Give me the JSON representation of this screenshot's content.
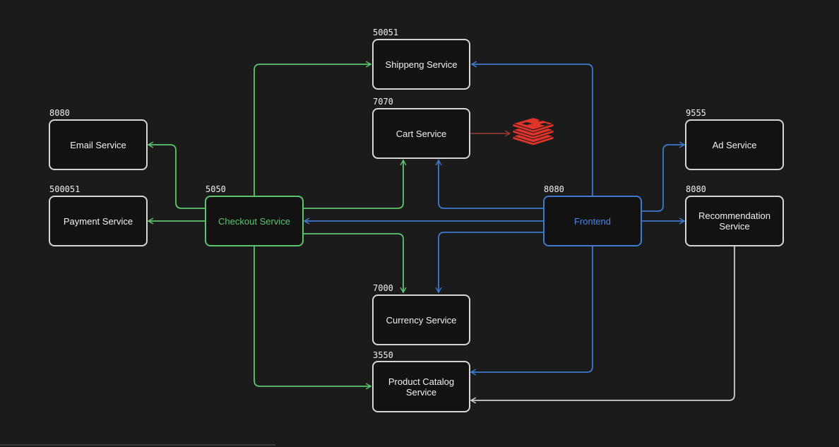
{
  "nodes": {
    "shipping": {
      "label": "Shippeng Service",
      "port": "50051"
    },
    "cart": {
      "label": "Cart Service",
      "port": "7070"
    },
    "email": {
      "label": "Email Service",
      "port": "8080"
    },
    "payment": {
      "label": "Payment Service",
      "port": "500051"
    },
    "checkout": {
      "label": "Checkout Service",
      "port": "5050"
    },
    "frontend": {
      "label": "Frontend",
      "port": "8080"
    },
    "ad": {
      "label": "Ad Service",
      "port": "9555"
    },
    "recommendation": {
      "label": "Recommendation\nService",
      "port": "8080"
    },
    "currency": {
      "label": "Currency Service",
      "port": "7000"
    },
    "catalog": {
      "label": "Product Catalog\nService",
      "port": "3550"
    }
  },
  "icons": {
    "cache": "redis-icon"
  },
  "colors": {
    "background": "#1b1b1b",
    "node_border": "#d6d6d6",
    "checkout": "#5cc66e",
    "frontend": "#3f79d0",
    "cache_link": "#a33a33",
    "cache_icon": "#e0342a"
  }
}
